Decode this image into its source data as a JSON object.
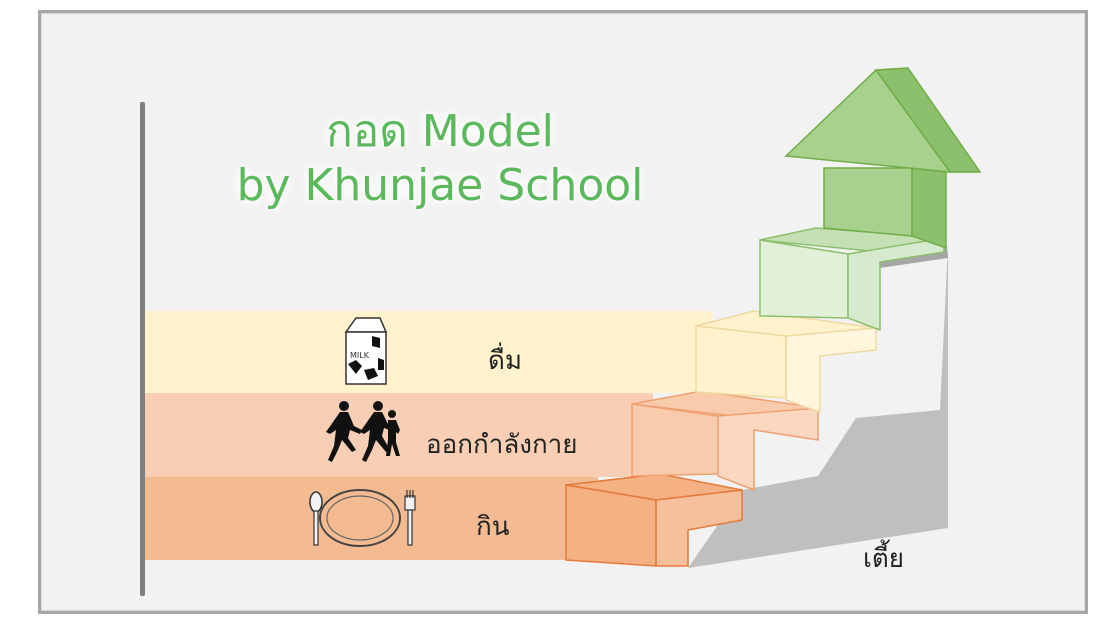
{
  "title": {
    "line1": "กอด Model",
    "line2": "by Khunjae School"
  },
  "steps": [
    {
      "label": "กิน",
      "icon": "plate-spoon-fork-icon",
      "color": "#f4b183"
    },
    {
      "label": "ออกกำลังกาย",
      "icon": "running-kids-icon",
      "color": "#f8cbad"
    },
    {
      "label": "ดื่ม",
      "icon": "milk-carton-icon",
      "color": "#fff2cc"
    }
  ],
  "height_label": "เตี้ย",
  "colors": {
    "title": "#5cb85c",
    "arrow": "#a9d18e",
    "shadow": "#bfbfbf",
    "axis": "#7f7f7f"
  }
}
